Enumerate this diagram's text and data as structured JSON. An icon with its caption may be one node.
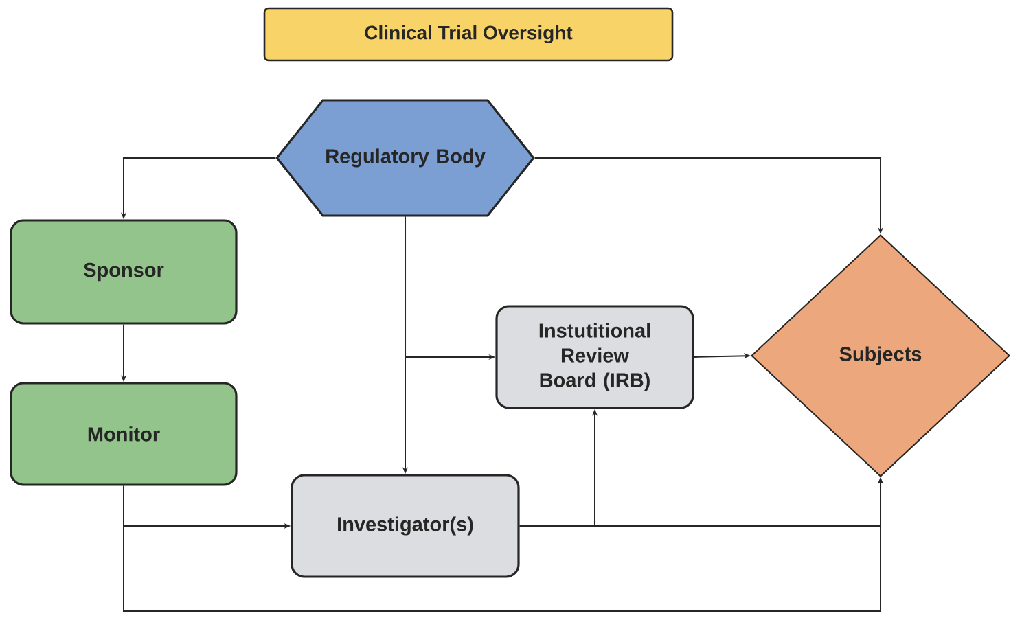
{
  "diagram": {
    "title": "Clinical Trial Oversight",
    "nodes": [
      {
        "text": [
          "Regulatory Body"
        ]
      },
      {
        "text": [
          "Sponsor"
        ]
      },
      {
        "text": [
          "Monitor"
        ]
      },
      {
        "text": [
          "Instutitional Review Board (IRB)"
        ]
      },
      {
        "text": [
          "Subjects"
        ]
      },
      {
        "text": [
          "Investigator(s)"
        ]
      }
    ],
    "edges": [
      {
        "from": 0,
        "to": 1,
        "arrow": "to"
      },
      {
        "from": 0,
        "to": 4,
        "arrow": "to"
      },
      {
        "from": 0,
        "to": 5,
        "arrow": "to"
      },
      {
        "from": 0,
        "to": 3,
        "arrow": "to"
      },
      {
        "from": 1,
        "to": 2,
        "arrow": "to"
      },
      {
        "from": 2,
        "to": 5,
        "arrow": "to"
      },
      {
        "from": 2,
        "to": 4,
        "arrow": "to"
      },
      {
        "from": 5,
        "to": 3,
        "arrow": "to"
      },
      {
        "from": 5,
        "to": 4,
        "arrow": "to"
      },
      {
        "from": 3,
        "to": 4,
        "arrow": "to"
      }
    ]
  }
}
